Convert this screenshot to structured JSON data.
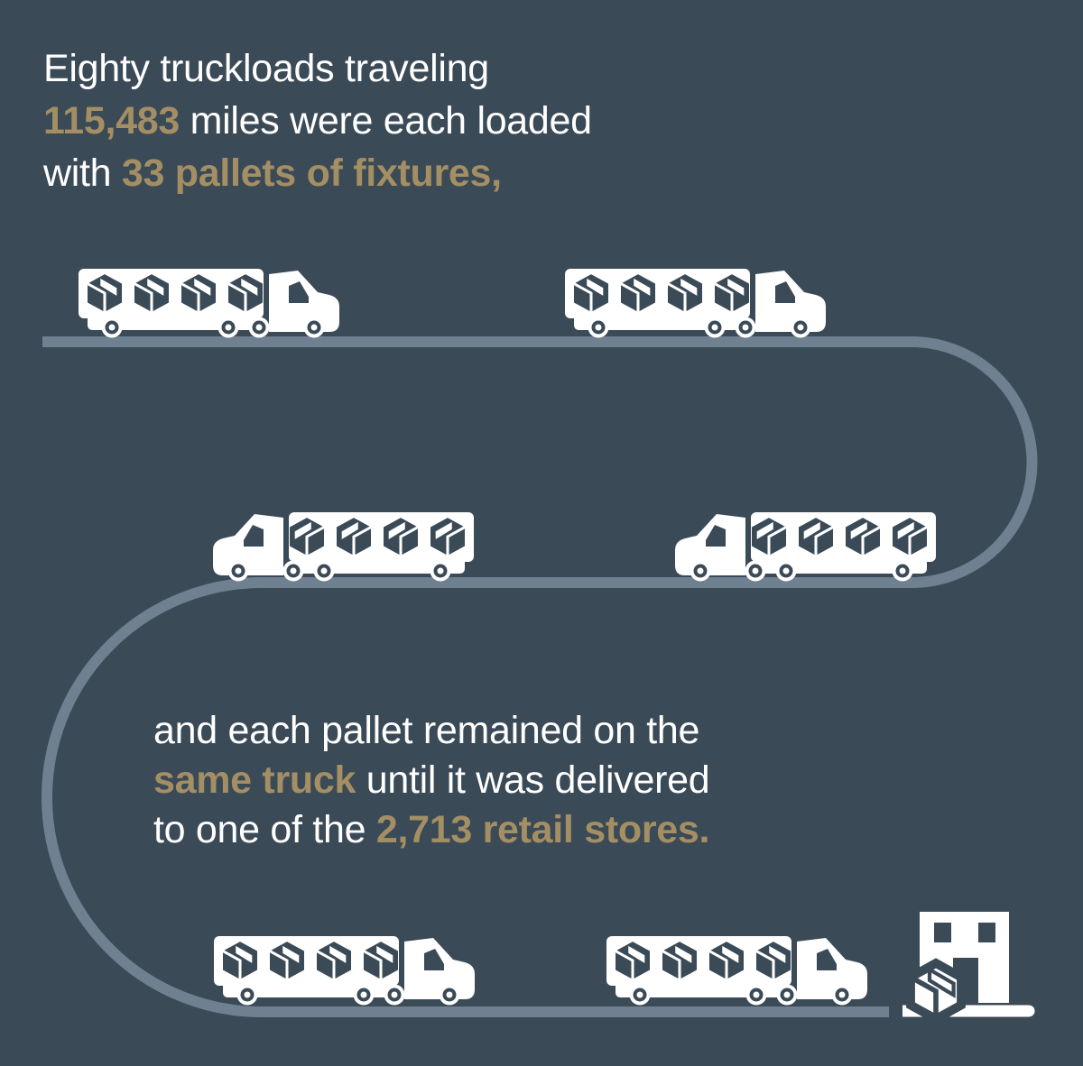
{
  "colors": {
    "background": "#3b4a57",
    "road": "#6f8090",
    "accent": "#a48e63",
    "text": "#ffffff"
  },
  "intro": {
    "line1": "Eighty truckloads traveling",
    "line2_highlight": "115,483",
    "line2_rest": " miles were each loaded",
    "line3_pre": "with ",
    "line3_highlight": "33 pallets of fixtures,"
  },
  "delivery": {
    "line1": "and each pallet remained on the",
    "line2_highlight": "same truck",
    "line2_rest": " until it was delivered",
    "line3_pre": "to one of the ",
    "line3_highlight": "2,713 retail stores."
  },
  "figures": {
    "trucks_shown": 6,
    "pallet_boxes_per_truck_shown": 4
  },
  "icons": {
    "truck": "truck-icon",
    "pallet_box": "pallet-box-icon",
    "road": "road-path",
    "store": "store-icon",
    "delivered_box": "delivered-box-icon"
  }
}
